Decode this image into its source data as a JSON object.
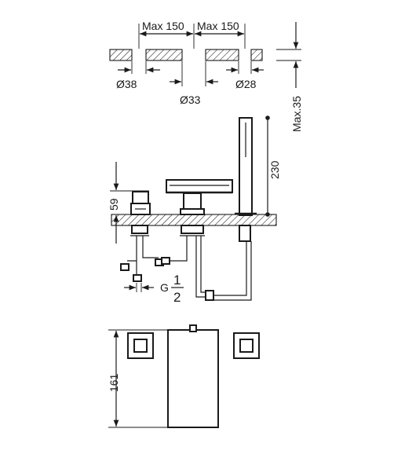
{
  "dimensions": {
    "spacing_left": "Max 150",
    "spacing_right": "Max 150",
    "hole_left": "Ø38",
    "hole_center": "Ø33",
    "hole_right": "Ø28",
    "deck_max": "Max.35",
    "shower_height": "230",
    "handle_height": "59",
    "thread_g": "G",
    "thread_num": "1",
    "thread_den": "2",
    "body_height": "161"
  }
}
